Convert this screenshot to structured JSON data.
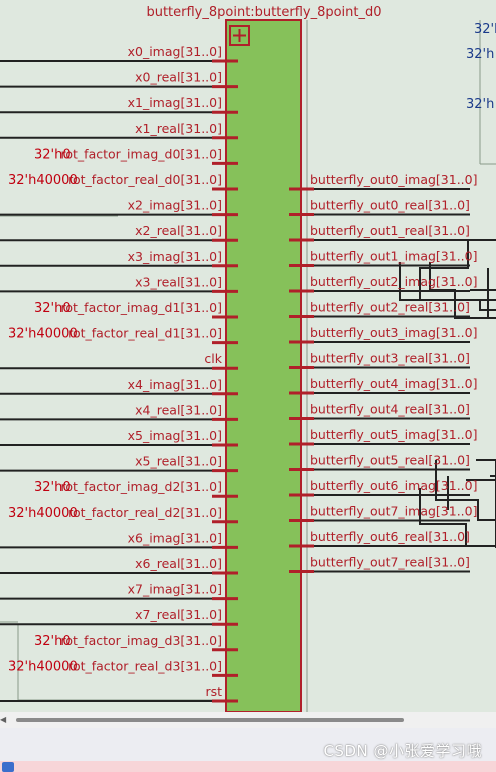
{
  "block": {
    "title": "butterfly_8point:butterfly_8point_d0",
    "expand_symbol": "+",
    "colors": {
      "fill": "#86c15a",
      "border": "#b0202a",
      "pin": "#b0202a",
      "wire": "#222222",
      "label": "#b0202a",
      "const": "#c00010"
    }
  },
  "input_ports": [
    {
      "label": "x0_imag[31..0]",
      "const": ""
    },
    {
      "label": "x0_real[31..0]",
      "const": ""
    },
    {
      "label": "x1_imag[31..0]",
      "const": ""
    },
    {
      "label": "x1_real[31..0]",
      "const": ""
    },
    {
      "label": "rot_factor_imag_d0[31..0]",
      "const": "32'h0"
    },
    {
      "label": "rot_factor_real_d0[31..0]",
      "const": "32'h40000"
    },
    {
      "label": "x2_imag[31..0]",
      "const": ""
    },
    {
      "label": "x2_real[31..0]",
      "const": ""
    },
    {
      "label": "x3_imag[31..0]",
      "const": ""
    },
    {
      "label": "x3_real[31..0]",
      "const": ""
    },
    {
      "label": "rot_factor_imag_d1[31..0]",
      "const": "32'h0"
    },
    {
      "label": "rot_factor_real_d1[31..0]",
      "const": "32'h40000"
    },
    {
      "label": "clk",
      "const": ""
    },
    {
      "label": "x4_imag[31..0]",
      "const": ""
    },
    {
      "label": "x4_real[31..0]",
      "const": ""
    },
    {
      "label": "x5_imag[31..0]",
      "const": ""
    },
    {
      "label": "x5_real[31..0]",
      "const": ""
    },
    {
      "label": "rot_factor_imag_d2[31..0]",
      "const": "32'h0"
    },
    {
      "label": "rot_factor_real_d2[31..0]",
      "const": "32'h40000"
    },
    {
      "label": "x6_imag[31..0]",
      "const": ""
    },
    {
      "label": "x6_real[31..0]",
      "const": ""
    },
    {
      "label": "x7_imag[31..0]",
      "const": ""
    },
    {
      "label": "x7_real[31..0]",
      "const": ""
    },
    {
      "label": "rot_factor_imag_d3[31..0]",
      "const": "32'h0"
    },
    {
      "label": "rot_factor_real_d3[31..0]",
      "const": "32'h40000"
    },
    {
      "label": "rst",
      "const": ""
    }
  ],
  "output_ports": [
    "butterfly_out0_imag[31..0]",
    "butterfly_out0_real[31..0]",
    "butterfly_out1_real[31..0]",
    "butterfly_out1_imag[31..0]",
    "butterfly_out2_imag[31..0]",
    "butterfly_out2_real[31..0]",
    "butterfly_out3_imag[31..0]",
    "butterfly_out3_real[31..0]",
    "butterfly_out4_imag[31..0]",
    "butterfly_out4_real[31..0]",
    "butterfly_out5_imag[31..0]",
    "butterfly_out5_real[31..0]",
    "butterfly_out6_imag[31..0]",
    "butterfly_out7_imag[31..0]",
    "butterfly_out6_real[31..0]",
    "butterfly_out7_real[31..0]"
  ],
  "right_edge_labels": [
    "32'h",
    "32'h",
    "32'h"
  ],
  "watermark": "CSDN @小张爱学习哦"
}
